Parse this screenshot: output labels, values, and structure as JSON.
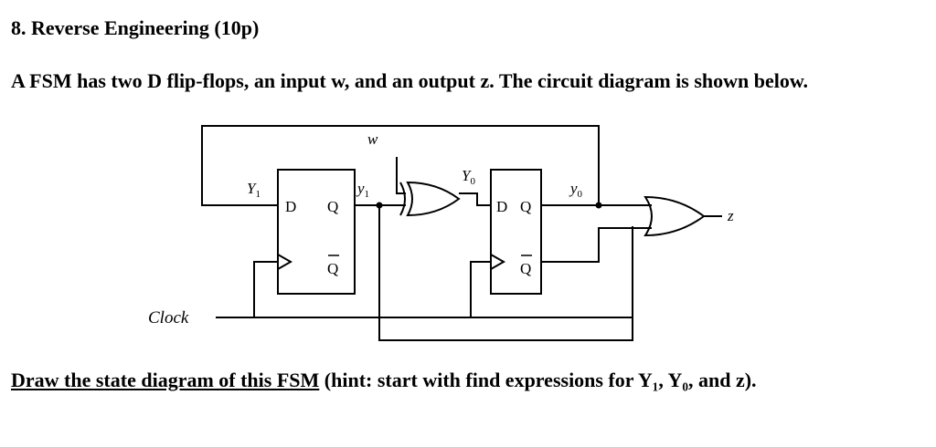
{
  "question": {
    "heading": "8. Reverse Engineering (10p)",
    "intro": "A FSM has two D flip-flops, an input w, and an output z. The circuit diagram is shown below.",
    "task_underlined": "Draw the state diagram of this FSM",
    "task_rest": " (hint: start with find expressions for Y₁, Y₀, and z)."
  },
  "diagram": {
    "input_label": "w",
    "clock_label": "Clock",
    "output_label": "z",
    "ff1": {
      "next_label": "Y",
      "next_sub": "1",
      "state_label": "y",
      "state_sub": "1",
      "d_pin": "D",
      "q_pin": "Q",
      "qbar_pin": "Q"
    },
    "ff0": {
      "next_label": "Y",
      "next_sub": "0",
      "state_label": "y",
      "state_sub": "0",
      "d_pin": "D",
      "q_pin": "Q",
      "qbar_pin": "Q"
    },
    "gates": {
      "xor": "XOR",
      "or": "OR"
    }
  }
}
